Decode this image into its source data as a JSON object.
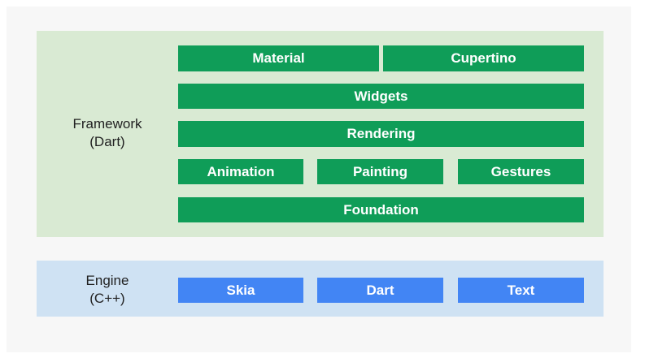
{
  "framework": {
    "label_line1": "Framework",
    "label_line2": "(Dart)",
    "layers": {
      "material": "Material",
      "cupertino": "Cupertino",
      "widgets": "Widgets",
      "rendering": "Rendering",
      "animation": "Animation",
      "painting": "Painting",
      "gestures": "Gestures",
      "foundation": "Foundation"
    }
  },
  "engine": {
    "label_line1": "Engine",
    "label_line2": "(C++)",
    "layers": {
      "skia": "Skia",
      "dart": "Dart",
      "text": "Text"
    }
  },
  "colors": {
    "framework_background": "#d9ead3",
    "framework_block": "#0f9d58",
    "engine_background": "#cfe2f3",
    "engine_block": "#4285f4"
  }
}
